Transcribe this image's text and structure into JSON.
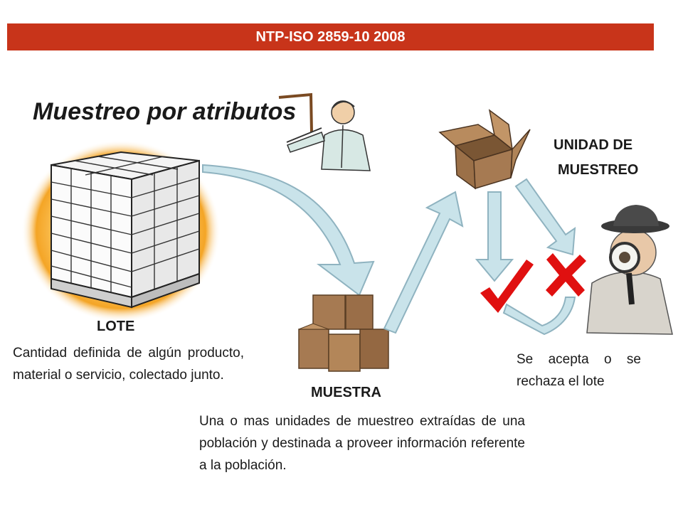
{
  "banner": {
    "text": "NTP-ISO 2859-10 2008"
  },
  "title": "Muestreo por atributos",
  "labels": {
    "lote": "LOTE",
    "muestra": "MUESTRA",
    "unidad_line1": "UNIDAD DE",
    "unidad_line2": "MUESTREO"
  },
  "descriptions": {
    "lote": "Cantidad definida de algún producto, material o servicio, colectado junto.",
    "muestra": "Una o mas unidades de muestreo extraídas de una población y destinada a proveer información referente a la población.",
    "decision": "Se acepta o se rechaza el lote"
  },
  "colors": {
    "banner": "#c8341a",
    "arrow_fill": "#c9e3ea",
    "arrow_stroke": "#8fb3c0",
    "cardboard": "#a67a52",
    "check": "#e01010",
    "cross": "#e01010"
  },
  "icons": [
    "pallet-boxes-icon",
    "teacher-pointer-icon",
    "open-box-icon",
    "stacked-boxes-icon",
    "checkmark-icon",
    "cross-icon",
    "detective-magnifier-icon"
  ]
}
